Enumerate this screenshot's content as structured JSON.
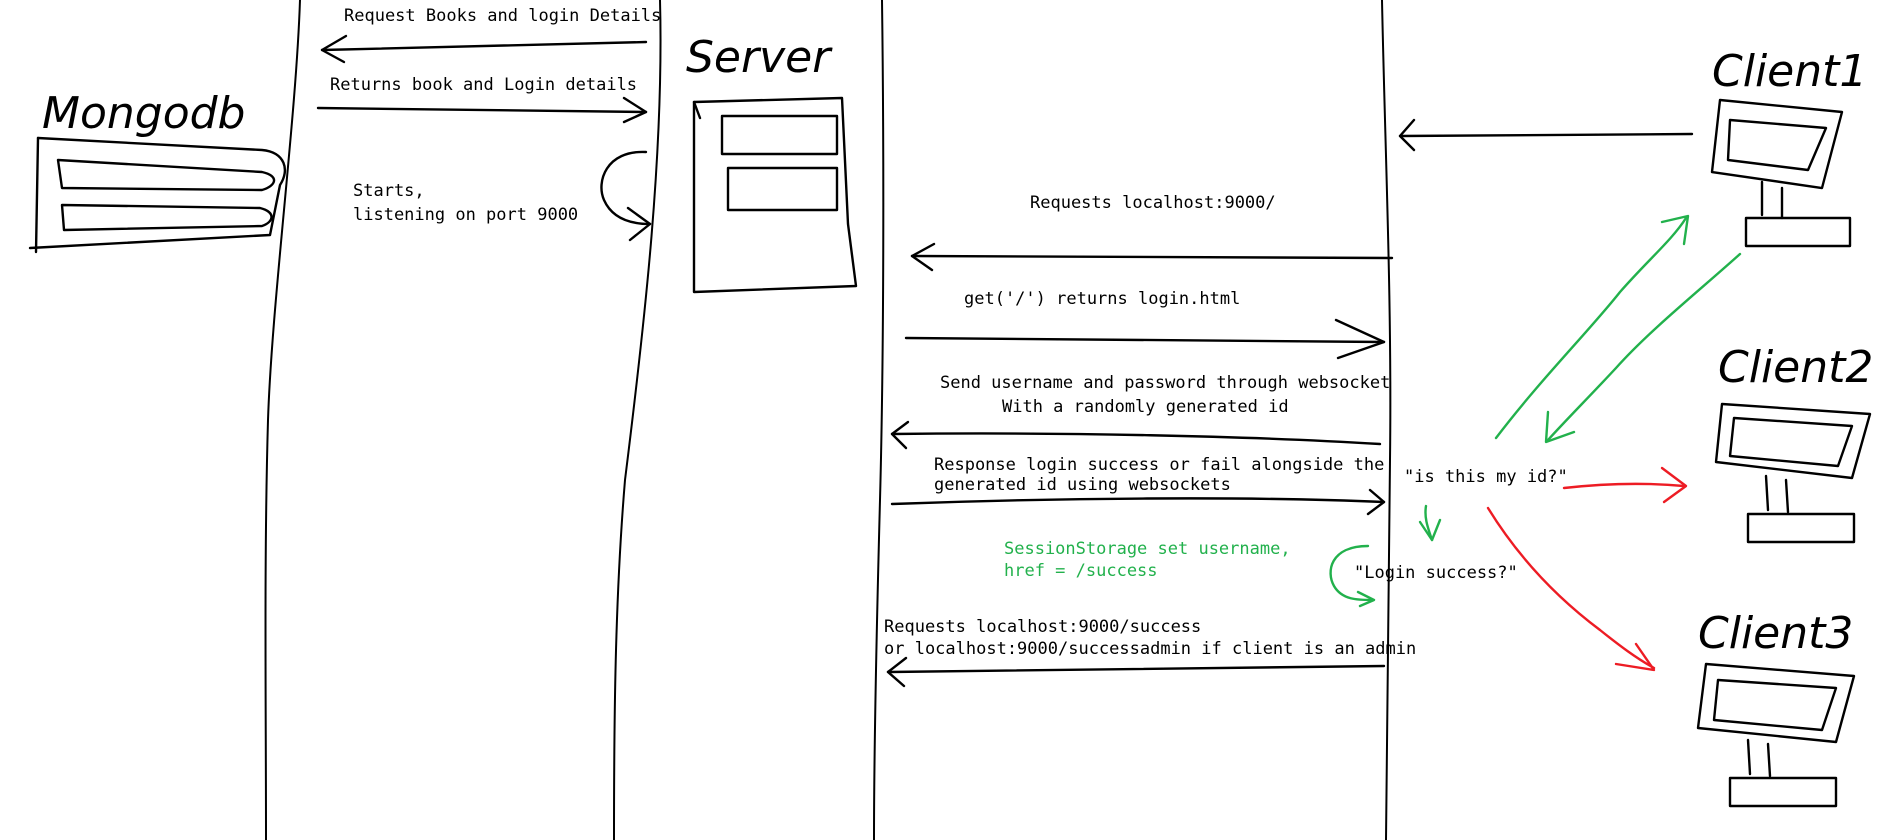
{
  "actors": {
    "mongodb": "Mongodb",
    "server": "Server",
    "client1": "Client1",
    "client2": "Client2",
    "client3": "Client3"
  },
  "messages": {
    "request_books": "Request Books and login Details",
    "returns_books": "Returns book and Login details",
    "starts_line1": "Starts,",
    "starts_line2": "listening on port 9000",
    "requests_localhost": "Requests localhost:9000/",
    "get_returns": "get('/') returns login.html",
    "send_line1": "Send username and password through websocket",
    "send_line2": "With a randomly generated id",
    "response_line1": "Response login success or fail alongside the",
    "response_line2": "generated id using websockets",
    "session_line1": "SessionStorage set username,",
    "session_line2": "href = /success",
    "requests_success_line1": "Requests localhost:9000/success",
    "requests_success_line2": "or localhost:9000/successadmin if client is an admin"
  },
  "notes": {
    "is_this_my_id": "\"is this my id?\"",
    "login_success": "\"Login success?\""
  },
  "colors": {
    "ink": "#000000",
    "green": "#22b14c",
    "red": "#ed1c24",
    "background": "#ffffff"
  }
}
